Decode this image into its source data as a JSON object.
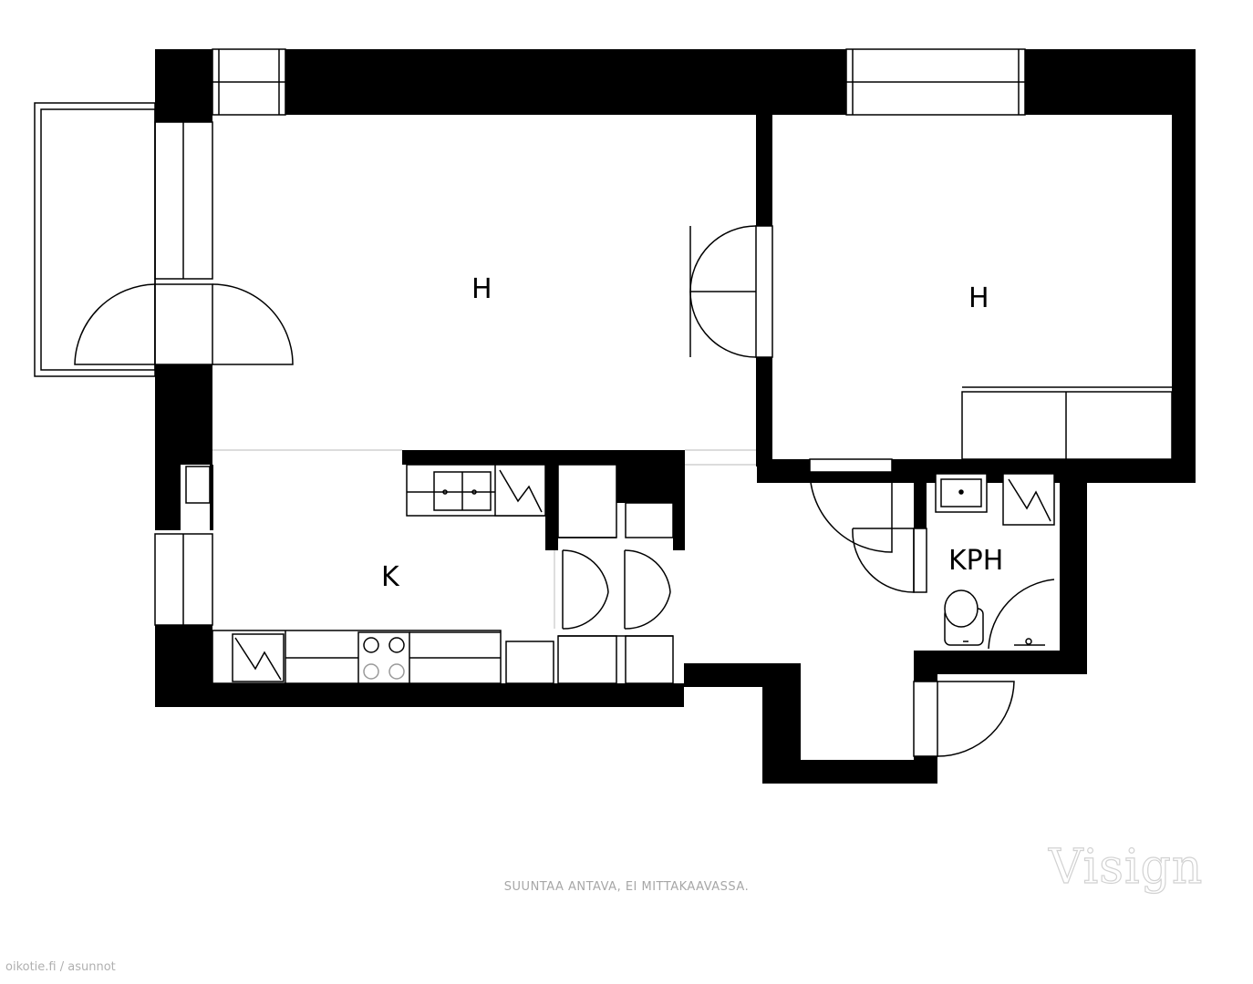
{
  "rooms": {
    "living_room": "H",
    "bedroom": "H",
    "kitchen": "K",
    "bathroom": "KPH"
  },
  "disclaimer": "SUUNTAA ANTAVA, EI MITTAKAAVASSA.",
  "logo_text": "Visign",
  "source_text": "oikotie.fi / asunnot"
}
